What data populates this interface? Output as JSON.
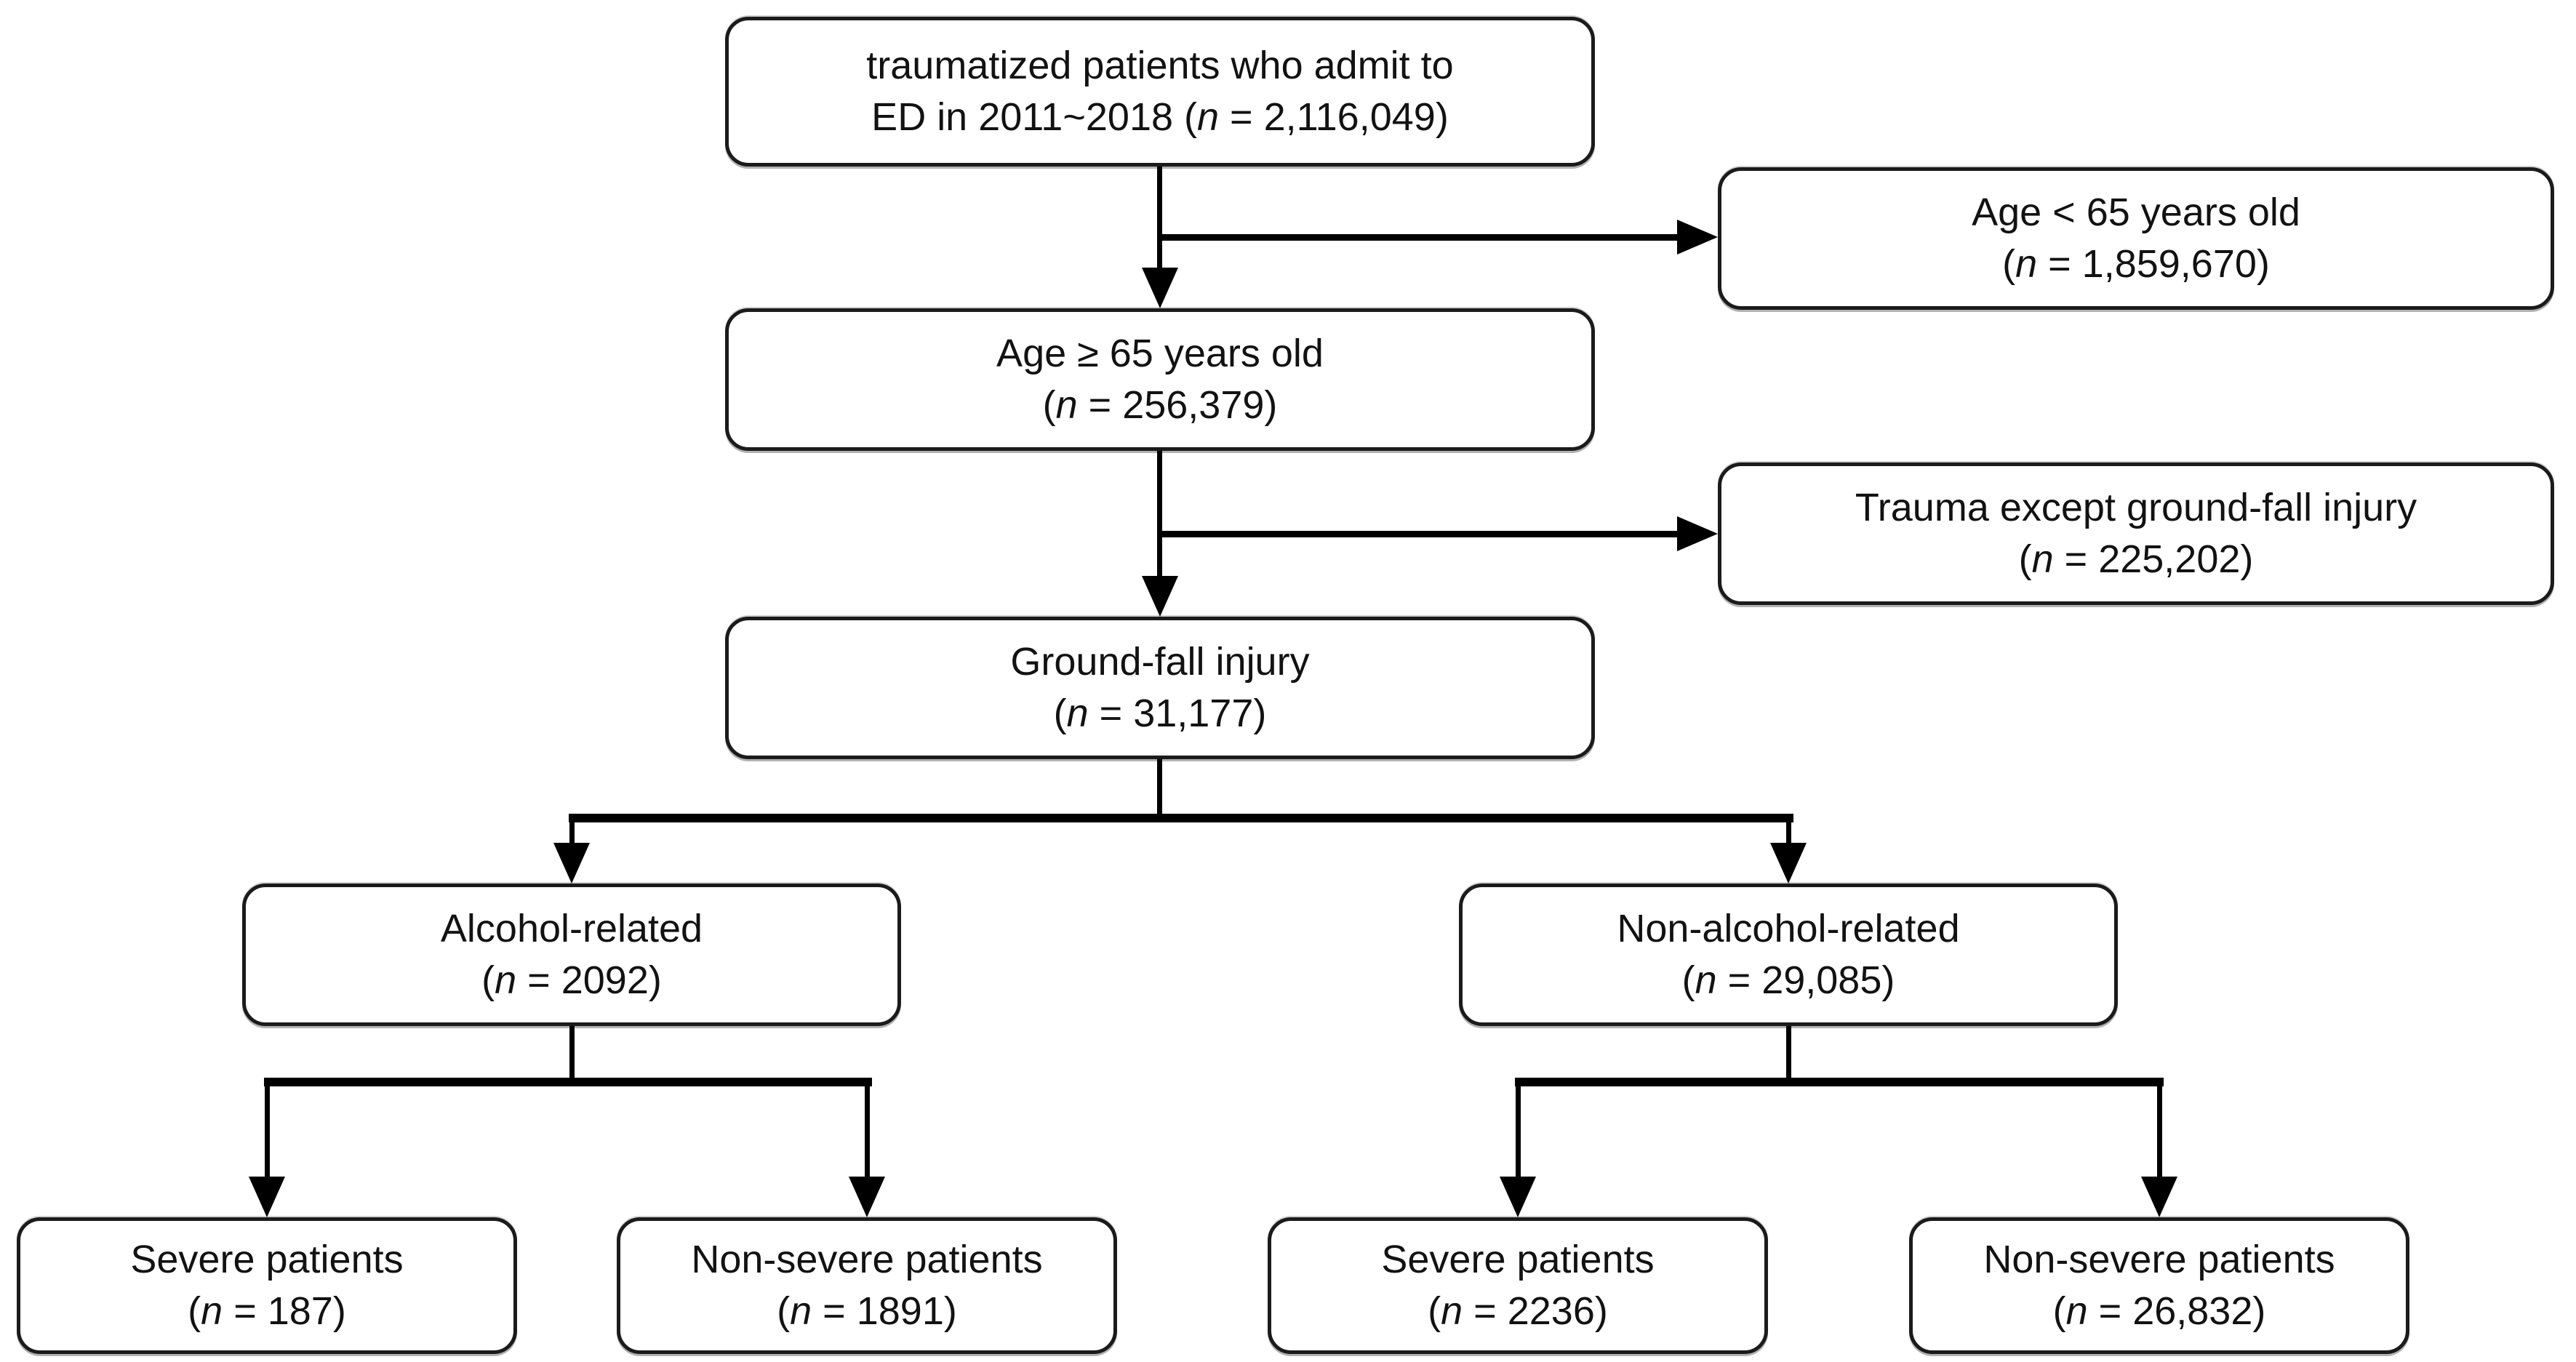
{
  "page": {
    "background": "#ffffff",
    "line_color": "#000000",
    "box_border_color": "#1b1b1b",
    "text_color": "#121212"
  },
  "notation": {
    "open": "(",
    "n": "n",
    "eq": " = ",
    "close": ")"
  },
  "nodes": {
    "source": {
      "label": "traumatized patients who admit to",
      "label2": "ED in 2011~2018 ",
      "n": "2,116,049"
    },
    "age_under_65": {
      "label": "Age < 65 years old",
      "n": "1,859,670"
    },
    "age_over_65": {
      "label": "Age ≥ 65 years old",
      "n": "256,379"
    },
    "trauma_except": {
      "label": "Trauma except ground-fall injury",
      "n": "225,202"
    },
    "ground_fall": {
      "label": "Ground-fall injury",
      "n": "31,177"
    },
    "alcohol": {
      "label": "Alcohol-related",
      "n": "2092"
    },
    "non_alcohol": {
      "label": "Non-alcohol-related",
      "n": "29,085"
    },
    "alcohol_severe": {
      "label": "Severe patients",
      "n": "187"
    },
    "alcohol_non_severe": {
      "label": "Non-severe patients",
      "n": "1891"
    },
    "non_alcohol_severe": {
      "label": "Severe patients",
      "n": "2236"
    },
    "non_alcohol_non_severe": {
      "label": "Non-severe patients",
      "n": "26,832"
    }
  }
}
